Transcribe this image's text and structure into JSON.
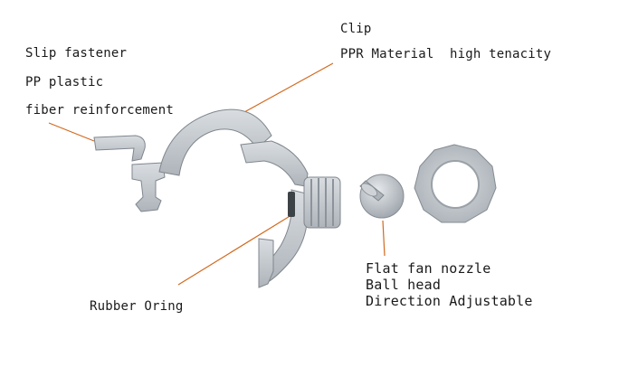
{
  "labels": {
    "clip": "Clip",
    "ppr_material": "PPR Material",
    "high_tenacity": "high tenacity",
    "slip_fastener": "Slip fastener",
    "pp_plastic": "PP plastic",
    "fiber_reinforcement": "fiber reinforcement",
    "rubber_oring": "Rubber Oring",
    "flat_fan_nozzle": "Flat fan nozzle",
    "ball_head": "Ball head",
    "direction_adjustable": "Direction Adjustable"
  },
  "colors": {
    "part_fill": "#c6cbd0",
    "part_shade": "#9aa1a8",
    "part_edge": "#7f868d",
    "leader_line": "#d2691e",
    "text": "#1a1a1a"
  }
}
